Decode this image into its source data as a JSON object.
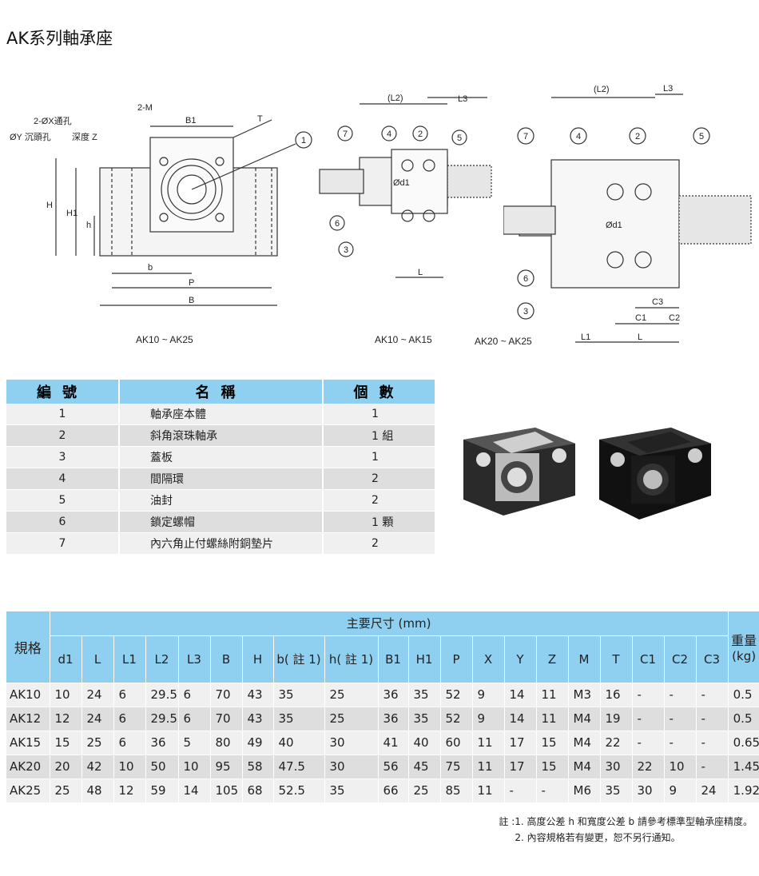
{
  "title": "AK系列軸承座",
  "drawings": {
    "left": {
      "caption": "AK10 ~ AK25",
      "labels": {
        "hole": "2-ØX通孔",
        "counterbore": "ØY 沉頭孔",
        "depth": "深度 Z",
        "thread": "2-M",
        "b1": "B1",
        "t": "T",
        "h": "H",
        "h1": "H1",
        "h_small": "h",
        "b_small": "b",
        "p": "P",
        "b": "B",
        "callout1": "1"
      }
    },
    "middle": {
      "caption": "AK10 ~ AK15",
      "labels": {
        "l2": "(L2)",
        "l3": "L3",
        "d1": "Ød1",
        "l": "L",
        "c7": "7",
        "c4": "4",
        "c2": "2",
        "c5": "5",
        "c6": "6",
        "c3": "3"
      }
    },
    "right": {
      "caption": "AK20 ~ AK25",
      "labels": {
        "l2": "(L2)",
        "l3": "L3",
        "d1": "Ød1",
        "c3lbl": "C3",
        "c1lbl": "C1",
        "c2lbl": "C2",
        "l1": "L1",
        "l": "L",
        "c7": "7",
        "c4": "4",
        "c2": "2",
        "c5": "5",
        "c6": "6",
        "c3": "3"
      }
    }
  },
  "parts_table": {
    "headers": [
      "編號",
      "名稱",
      "個數"
    ],
    "rows": [
      [
        "1",
        "軸承座本體",
        "1"
      ],
      [
        "2",
        "斜角滾珠軸承",
        "1 組"
      ],
      [
        "3",
        "蓋板",
        "1"
      ],
      [
        "4",
        "間隔環",
        "2"
      ],
      [
        "5",
        "油封",
        "2"
      ],
      [
        "6",
        "鎖定螺帽",
        "1 顆"
      ],
      [
        "7",
        "內六角止付螺絲附銅墊片",
        "2"
      ]
    ]
  },
  "spec_table": {
    "spec_label": "規格",
    "main_header": "主要尺寸 (mm)",
    "columns": [
      "d1",
      "L",
      "L1",
      "L2",
      "L3",
      "B",
      "H",
      "b( 註 1)",
      "h( 註 1)",
      "B1",
      "H1",
      "P",
      "X",
      "Y",
      "Z",
      "M",
      "T",
      "C1",
      "C2",
      "C3"
    ],
    "weight_header": "重量",
    "weight_unit": "(kg)",
    "rows": [
      [
        "AK10",
        "10",
        "24",
        "6",
        "29.5",
        "6",
        "70",
        "43",
        "35",
        "25",
        "36",
        "35",
        "52",
        "9",
        "14",
        "11",
        "M3",
        "16",
        "-",
        "-",
        "-",
        "0.5"
      ],
      [
        "AK12",
        "12",
        "24",
        "6",
        "29.5",
        "6",
        "70",
        "43",
        "35",
        "25",
        "36",
        "35",
        "52",
        "9",
        "14",
        "11",
        "M4",
        "19",
        "-",
        "-",
        "-",
        "0.5"
      ],
      [
        "AK15",
        "15",
        "25",
        "6",
        "36",
        "5",
        "80",
        "49",
        "40",
        "30",
        "41",
        "40",
        "60",
        "11",
        "17",
        "15",
        "M4",
        "22",
        "-",
        "-",
        "-",
        "0.65"
      ],
      [
        "AK20",
        "20",
        "42",
        "10",
        "50",
        "10",
        "95",
        "58",
        "47.5",
        "30",
        "56",
        "45",
        "75",
        "11",
        "17",
        "15",
        "M4",
        "30",
        "22",
        "10",
        "-",
        "1.45"
      ],
      [
        "AK25",
        "25",
        "48",
        "12",
        "59",
        "14",
        "105",
        "68",
        "52.5",
        "35",
        "66",
        "25",
        "85",
        "11",
        "-",
        "-",
        "M6",
        "35",
        "30",
        "9",
        "24",
        "1.92"
      ]
    ]
  },
  "notes": [
    "註 :1. 高度公差 h 和寬度公差 b 請參考標準型軸承座精度。",
    "2. 內容規格若有變更，恕不另行通知。"
  ],
  "colors": {
    "header_blue": "#8fd0f0",
    "row_light": "#f0f0f0",
    "row_dark": "#dedede"
  }
}
